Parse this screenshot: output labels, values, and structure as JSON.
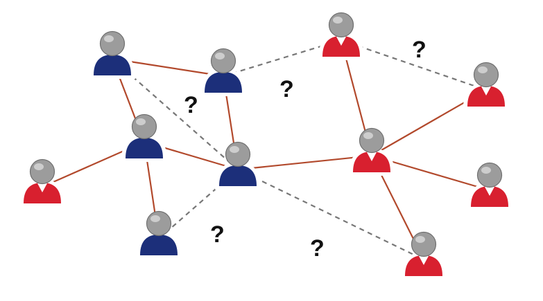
{
  "colors": {
    "blue_person": "#1c2f7a",
    "red_person": "#d8202f",
    "head": "#9c9c9c",
    "solid_edge": "#b2492c",
    "dashed_edge": "#777777",
    "question_mark": "#111111"
  },
  "icons": {
    "person": "person-icon"
  },
  "people": [
    {
      "id": "b1",
      "group": "blue"
    },
    {
      "id": "b2",
      "group": "blue"
    },
    {
      "id": "b3",
      "group": "blue"
    },
    {
      "id": "b4",
      "group": "blue"
    },
    {
      "id": "b5",
      "group": "blue"
    },
    {
      "id": "r0",
      "group": "red"
    },
    {
      "id": "r1",
      "group": "red"
    },
    {
      "id": "r2",
      "group": "red"
    },
    {
      "id": "r3",
      "group": "red"
    },
    {
      "id": "r4",
      "group": "red"
    },
    {
      "id": "r5",
      "group": "red"
    }
  ],
  "links": [
    {
      "from": "b1",
      "to": "b2",
      "kind": "known"
    },
    {
      "from": "b1",
      "to": "b3",
      "kind": "known"
    },
    {
      "from": "b2",
      "to": "b4",
      "kind": "known"
    },
    {
      "from": "b3",
      "to": "b4",
      "kind": "known"
    },
    {
      "from": "b3",
      "to": "r0",
      "kind": "known"
    },
    {
      "from": "b3",
      "to": "b5",
      "kind": "known"
    },
    {
      "from": "b4",
      "to": "r2",
      "kind": "known"
    },
    {
      "from": "r1",
      "to": "r2",
      "kind": "known"
    },
    {
      "from": "r2",
      "to": "r3",
      "kind": "known"
    },
    {
      "from": "r2",
      "to": "r4",
      "kind": "known"
    },
    {
      "from": "r2",
      "to": "r5",
      "kind": "known"
    },
    {
      "from": "b1",
      "to": "b4",
      "kind": "unknown"
    },
    {
      "from": "b2",
      "to": "r1",
      "kind": "unknown"
    },
    {
      "from": "r1",
      "to": "r3",
      "kind": "unknown"
    },
    {
      "from": "b5",
      "to": "b4",
      "kind": "unknown"
    },
    {
      "from": "b4",
      "to": "r5",
      "kind": "unknown"
    }
  ],
  "question_marks": [
    "?",
    "?",
    "?",
    "?",
    "?"
  ]
}
